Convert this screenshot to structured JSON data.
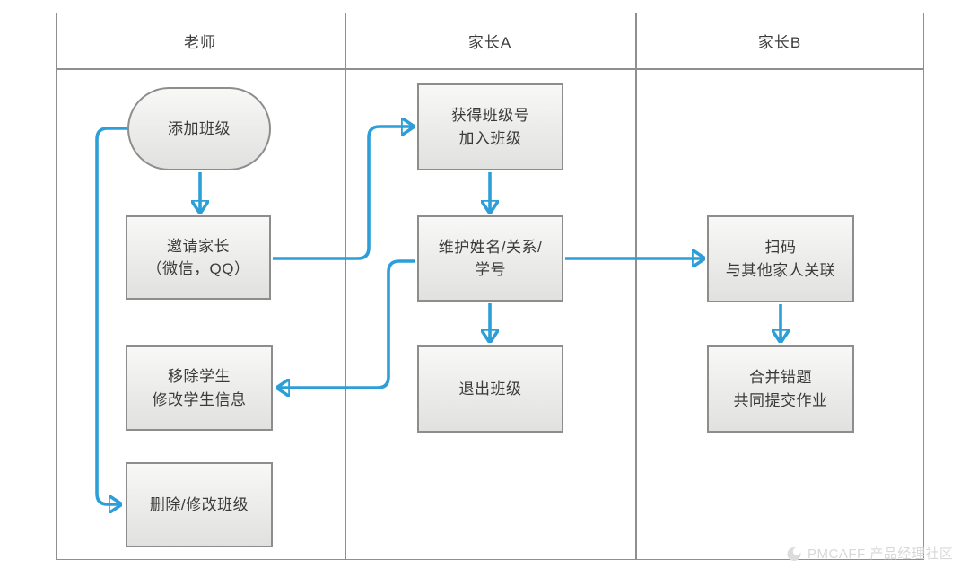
{
  "lanes": [
    {
      "id": "teacher",
      "title": "老师"
    },
    {
      "id": "parent_a",
      "title": "家长A"
    },
    {
      "id": "parent_b",
      "title": "家长B"
    }
  ],
  "nodes": {
    "add_class": {
      "label": "添加班级",
      "shape": "terminator",
      "lane": "老师"
    },
    "invite_parents": {
      "label": "邀请家长\n（微信，QQ）",
      "shape": "rect",
      "lane": "老师"
    },
    "remove_student": {
      "label": "移除学生\n修改学生信息",
      "shape": "rect",
      "lane": "老师"
    },
    "delete_class": {
      "label": "删除/修改班级",
      "shape": "rect",
      "lane": "老师"
    },
    "join_class": {
      "label": "获得班级号\n加入班级",
      "shape": "rect",
      "lane": "家长A"
    },
    "maintain_info": {
      "label": "维护姓名/关系/\n学号",
      "shape": "rect",
      "lane": "家长A"
    },
    "quit_class": {
      "label": "退出班级",
      "shape": "rect",
      "lane": "家长A"
    },
    "scan_code": {
      "label": "扫码\n与其他家人关联",
      "shape": "rect",
      "lane": "家长B"
    },
    "merge_submit": {
      "label": "合并错题\n共同提交作业",
      "shape": "rect",
      "lane": "家长B"
    }
  },
  "edges": [
    {
      "from": "add_class",
      "to": "invite_parents"
    },
    {
      "from": "add_class",
      "to": "delete_class"
    },
    {
      "from": "invite_parents",
      "to": "join_class"
    },
    {
      "from": "join_class",
      "to": "maintain_info"
    },
    {
      "from": "maintain_info",
      "to": "quit_class"
    },
    {
      "from": "maintain_info",
      "to": "remove_student"
    },
    {
      "from": "maintain_info",
      "to": "scan_code"
    },
    {
      "from": "scan_code",
      "to": "merge_submit"
    }
  ],
  "watermark": {
    "text": "PMCAFF 产品经理社区"
  },
  "colors": {
    "connector": "#2d9fd8",
    "node_border": "#8d8d8d",
    "node_fill_top": "#f8f8f7",
    "node_fill_bottom": "#e1e1e0",
    "frame_border": "#8f8f8f",
    "text": "#3a3a3a",
    "watermark": "#d8d8d8"
  }
}
